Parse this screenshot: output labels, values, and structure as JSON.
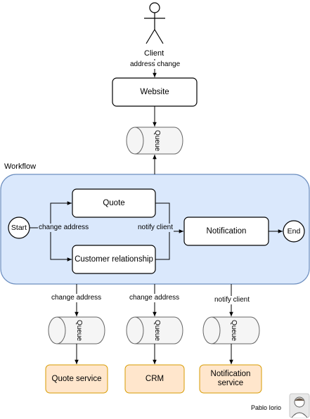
{
  "actor": {
    "name": "Client",
    "edge_label": "address change"
  },
  "website": {
    "label": "Website"
  },
  "queues": {
    "label": "Queue"
  },
  "workflow": {
    "title": "Workflow",
    "start": "Start",
    "end": "End",
    "quote": "Quote",
    "customer_relationship": "Customer relationship",
    "notification": "Notification",
    "edge_change_address": "change address",
    "edge_notify_client": "notify client"
  },
  "downstream": {
    "edge_quote": "change address",
    "edge_crm": "change address",
    "edge_notification": "notify client"
  },
  "services": {
    "quote": "Quote service",
    "crm": "CRM",
    "notification_line1": "Notification",
    "notification_line2": "service"
  },
  "author": {
    "name": "Pablo Iorio"
  },
  "colors": {
    "workflow_fill": "#dae8fc",
    "workflow_stroke": "#6c8ebf",
    "service_fill": "#ffe6cc",
    "service_stroke": "#d79b00",
    "queue_fill": "#f5f5f5",
    "queue_stroke": "#666666"
  }
}
